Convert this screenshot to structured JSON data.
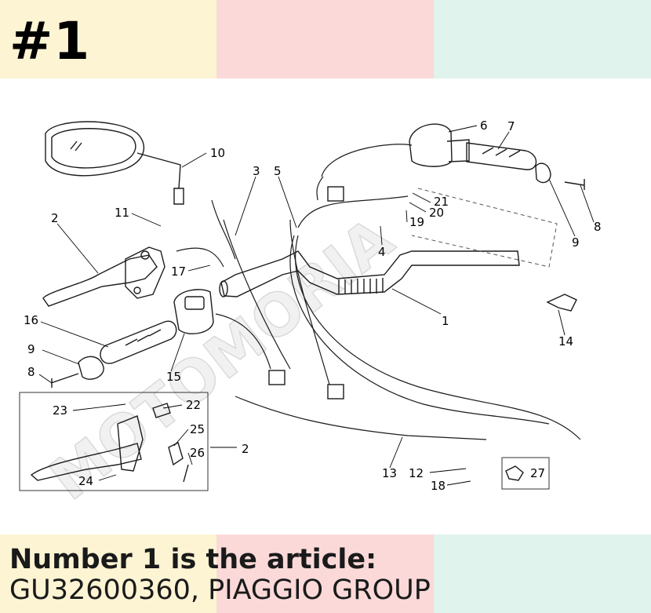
{
  "header": {
    "badge": "#1"
  },
  "colors": {
    "band_yellow": "#fdf4d3",
    "band_pink": "#fbd9d9",
    "band_mint": "#e0f3ed"
  },
  "watermark": {
    "text": "MOTOMORIA"
  },
  "callouts": [
    "10",
    "3",
    "5",
    "6",
    "7",
    "2",
    "11",
    "17",
    "4",
    "21",
    "20",
    "19",
    "8",
    "9",
    "1",
    "16",
    "14",
    "15",
    "23",
    "22",
    "25",
    "26",
    "24",
    "13",
    "12",
    "18",
    "27"
  ],
  "caption": {
    "line1": "Number 1 is the article:",
    "line2": "GU32600360, PIAGGIO GROUP"
  }
}
